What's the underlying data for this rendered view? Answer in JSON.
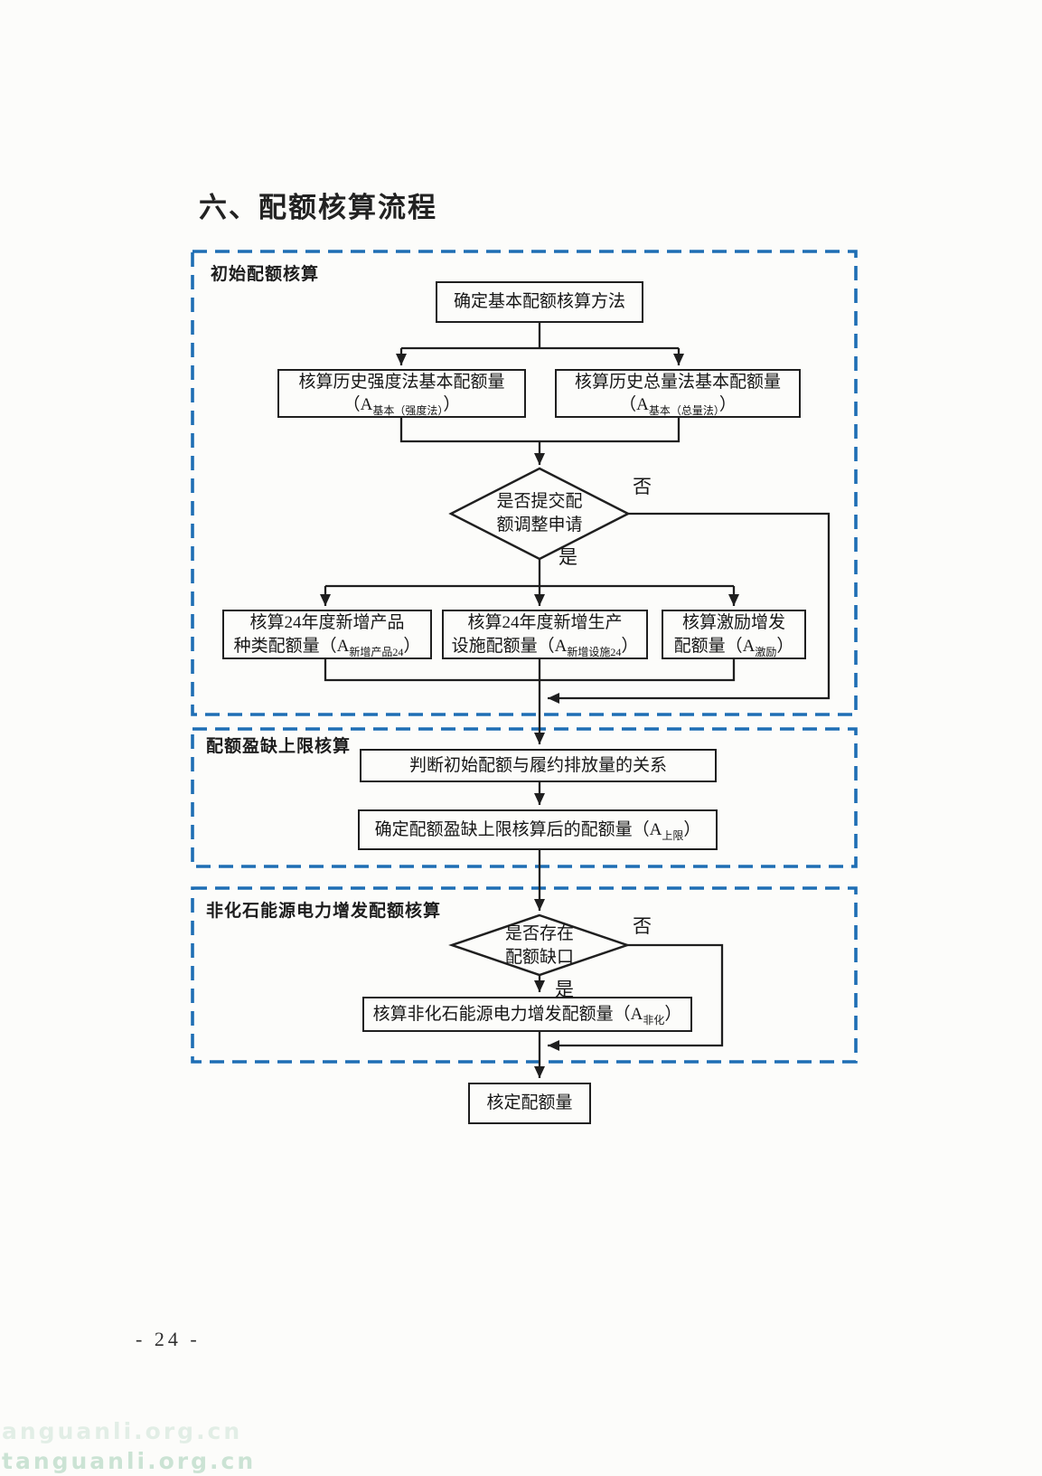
{
  "page": {
    "title": "六、配额核算流程",
    "page_number": "- 24 -",
    "watermark_line1": "anguanli.org.cn",
    "watermark_line2": "tanguanli.org.cn"
  },
  "sections": [
    {
      "label": "初始配额核算"
    },
    {
      "label": "配额盈缺上限核算"
    },
    {
      "label": "非化石能源电力增发配额核算"
    }
  ],
  "nodes": {
    "determine_method": {
      "text": "确定基本配额核算方法"
    },
    "intensity": {
      "line1": "核算历史强度法基本配额量",
      "formula_pre": "（A",
      "formula_sub": "基本（强度法）",
      "formula_post": "）"
    },
    "total": {
      "line1": "核算历史总量法基本配额量",
      "formula_pre": "（A",
      "formula_sub": "基本（总量法）",
      "formula_post": "）"
    },
    "decision_adjustment": {
      "line1": "是否提交配",
      "line2": "额调整申请"
    },
    "new_products": {
      "line1": "核算24年度新增产品",
      "line2_pre": "种类配额量（A",
      "line2_sub": "新增产品24",
      "line2_post": "）"
    },
    "new_facilities": {
      "line1": "核算24年度新增生产",
      "line2_pre": "设施配额量（A",
      "line2_sub": "新增设施24",
      "line2_post": "）"
    },
    "incentive": {
      "line1": "核算激励增发",
      "line2_pre": "配额量（A",
      "line2_sub": "激励",
      "line2_post": "）"
    },
    "judge_relation": {
      "text": "判断初始配额与履约排放量的关系"
    },
    "cap_quota": {
      "pre": "确定配额盈缺上限核算后的配额量（A",
      "sub": "上限",
      "post": "）"
    },
    "decision_gap": {
      "line1": "是否存在",
      "line2": "配额缺口"
    },
    "non_fossil": {
      "pre": "核算非化石能源电力增发配额量（A",
      "sub": "非化",
      "post": "）"
    },
    "final": {
      "text": "核定配额量"
    }
  },
  "edge_labels": {
    "no1": "否",
    "yes1": "是",
    "no2": "否",
    "yes2": "是"
  },
  "colors": {
    "dash_border": "#1e6eb4",
    "line": "#1f1f1f",
    "watermark": "#c9e2d3"
  }
}
